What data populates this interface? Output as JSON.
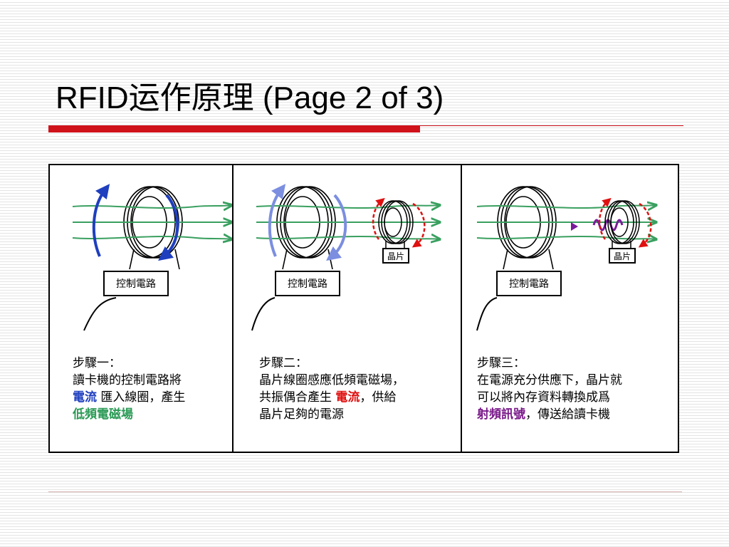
{
  "slide": {
    "title": "RFID运作原理 (Page 2 of 3)"
  },
  "colors": {
    "title_bar": "#d0121b",
    "field_line": "#3aa060",
    "current_blue": "#1f3fbf",
    "current_light_blue": "#7b8ee0",
    "current_red": "#e01010",
    "signal_purple": "#7a1a9a",
    "text_green": "#2a9a55",
    "text_purple": "#7a1a8a"
  },
  "panels": [
    {
      "control_label": "控制電路",
      "step_title": "步驟一：",
      "line1": "讀卡機的控制電路將",
      "line2_highlight": "電流",
      "line2_rest": " 匯入線圈，產生",
      "line3_highlight": "低頻電磁場"
    },
    {
      "control_label": "控制電路",
      "chip_label": "晶片",
      "step_title": "步驟二：",
      "line1": "晶片線圈感應低頻電磁場，",
      "line2_pre": "共振偶合產生 ",
      "line2_highlight": "電流",
      "line2_post": "，供給",
      "line3": "晶片足夠的電源"
    },
    {
      "control_label": "控制電路",
      "chip_label": "晶片",
      "step_title": "步驟三：",
      "line1": "在電源充分供應下，晶片就",
      "line2": "可以將內存資料轉換成爲",
      "line3_highlight": "射頻訊號",
      "line3_rest": "，傳送給讀卡機"
    }
  ]
}
